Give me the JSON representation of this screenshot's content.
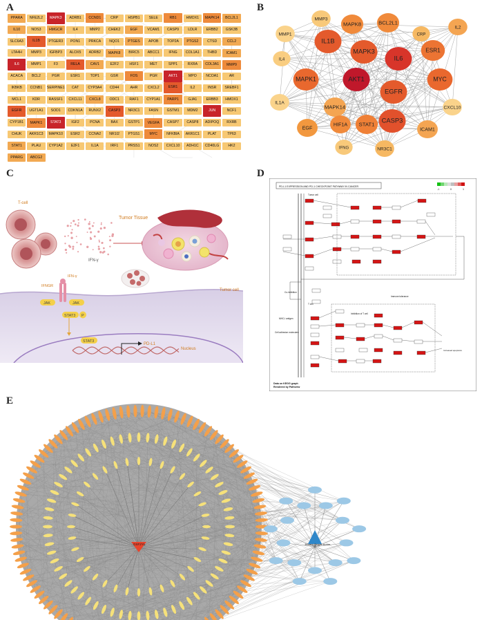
{
  "panels": {
    "a": "A",
    "b": "B",
    "c": "C",
    "d": "D",
    "e": "E"
  },
  "panel_a": {
    "rows": [
      [
        "PPARA",
        "NFE2L2",
        "MAPK3",
        "ADRB1",
        "CCND1",
        "CRP",
        "HSPB1",
        "SELE",
        "RB1",
        "HMOX1",
        "MAPK14",
        "BCL2L1"
      ],
      [
        "IL10",
        "NOS3",
        "HMGCR",
        "IL4",
        "MMP2",
        "CHEK2",
        "EGF",
        "VCAM1",
        "CASP9",
        "LDLR",
        "ERBB2",
        "GSK3B"
      ],
      [
        "SLC6A3",
        "IL1B",
        "PTGER3",
        "PON1",
        "PRKCA",
        "NQO1",
        "PTGES",
        "APOB",
        "TOP2A",
        "PTGS2",
        "CTSD",
        "CCL2"
      ],
      [
        "LTA4H",
        "MMP3",
        "IGFBP3",
        "ALOX5",
        "ADRB2",
        "MAPK8",
        "BIRC5",
        "ABCC1",
        "IFNG",
        "COL1A1",
        "THBD",
        "ICAM1"
      ],
      [
        "IL6",
        "MMP1",
        "F3",
        "RELA",
        "CAV1",
        "E2F2",
        "HSF1",
        "MET",
        "SPP1",
        "RXRA",
        "COL3A1",
        "MMP9"
      ],
      [
        "ACACA",
        "BCL2",
        "PGR",
        "ESR1",
        "TOP1",
        "GSR",
        "FOS",
        "PGR",
        "AKT1",
        "MPO",
        "NCOA1",
        "AR"
      ],
      [
        "IKBKB",
        "CCNB1",
        "SERPINE1",
        "CAT",
        "CYP3A4",
        "CD44",
        "AHR",
        "CXCL2",
        "ESR1",
        "IL2",
        "INSR",
        "SREBF1"
      ],
      [
        "MCL1",
        "KDR",
        "RASSF1",
        "CXCL11",
        "CXCL8",
        "ODC1",
        "RAF1",
        "CYP1A1",
        "PARP1",
        "GJA1",
        "ERBB3",
        "HMOX1"
      ],
      [
        "EGFR",
        "UGT1A1",
        "SOD1",
        "CDKN1A",
        "RUNX2",
        "CASP3",
        "NR3C1",
        "FASN",
        "GSTM1",
        "MDM2",
        "JUN",
        "NCF1"
      ],
      [
        "CYP1B1",
        "MAPK1",
        "STAT3",
        "IGF2",
        "PCNA",
        "BAX",
        "GSTP1",
        "VEGFA",
        "CASP7",
        "CASP8",
        "ADIPOQ",
        "RXRB"
      ],
      [
        "CHUK",
        "AKR1C3",
        "MAPK10",
        "ESR2",
        "CCNA2",
        "NR1I2",
        "PTGS1",
        "MYC",
        "NFKBIA",
        "AKR1C1",
        "PLAT",
        "TP63"
      ],
      [
        "STAT1",
        "PLAU",
        "CYP1A2",
        "E2F1",
        "IL1A",
        "IRF1",
        "PRSS1",
        "NOS2",
        "CXCL10",
        "ADH1C",
        "CD40LG",
        "HK2"
      ],
      [
        "PPARG",
        "ABCG2",
        "",
        "",
        "",
        "",
        "",
        "",
        "",
        "",
        "",
        ""
      ]
    ],
    "levels": [
      [
        1,
        0,
        4,
        0,
        2,
        0,
        0,
        0,
        2,
        0,
        2,
        1
      ],
      [
        1,
        0,
        1,
        0,
        0,
        0,
        1,
        0,
        0,
        0,
        0,
        0
      ],
      [
        0,
        3,
        0,
        0,
        0,
        0,
        1,
        0,
        0,
        1,
        0,
        1
      ],
      [
        0,
        0,
        0,
        0,
        0,
        1,
        0,
        0,
        0,
        0,
        0,
        1
      ],
      [
        4,
        0,
        0,
        3,
        1,
        0,
        0,
        0,
        0,
        0,
        1,
        2
      ],
      [
        0,
        0,
        0,
        0,
        0,
        0,
        2,
        0,
        4,
        0,
        0,
        0
      ],
      [
        0,
        0,
        0,
        0,
        0,
        0,
        0,
        0,
        3,
        0,
        0,
        0
      ],
      [
        0,
        0,
        0,
        0,
        1,
        0,
        0,
        0,
        2,
        0,
        0,
        0
      ],
      [
        3,
        0,
        0,
        0,
        0,
        3,
        0,
        0,
        0,
        0,
        4,
        0
      ],
      [
        0,
        2,
        4,
        0,
        0,
        0,
        0,
        2,
        0,
        0,
        0,
        0
      ],
      [
        0,
        0,
        0,
        0,
        0,
        0,
        0,
        2,
        0,
        0,
        0,
        0
      ],
      [
        1,
        0,
        0,
        0,
        0,
        0,
        0,
        0,
        0,
        0,
        0,
        0
      ],
      [
        1,
        1,
        0,
        0,
        0,
        0,
        0,
        0,
        0,
        0,
        0,
        0
      ]
    ],
    "colors": [
      "#f7c873",
      "#f2a952",
      "#ee8a3b",
      "#e45a2c",
      "#c8242a"
    ]
  },
  "panel_b": {
    "nodes": [
      {
        "label": "AKT1",
        "color": "#c0182b"
      },
      {
        "label": "IL1B",
        "color": "#e45a2c"
      },
      {
        "label": "MAPK3",
        "color": "#e45a2c"
      },
      {
        "label": "IL6",
        "color": "#d8352a"
      },
      {
        "label": "MAPK1",
        "color": "#e9682e"
      },
      {
        "label": "EGFR",
        "color": "#e45a2c"
      },
      {
        "label": "CASP3",
        "color": "#e2512c"
      },
      {
        "label": "MYC",
        "color": "#e9682e"
      },
      {
        "label": "ESR1",
        "color": "#ec7433"
      },
      {
        "label": "MAPK8",
        "color": "#f08a3b"
      },
      {
        "label": "BCL2L1",
        "color": "#f08a3b"
      },
      {
        "label": "MMP3",
        "color": "#f8c97a"
      },
      {
        "label": "CRP",
        "color": "#f6b862"
      },
      {
        "label": "IL2",
        "color": "#f4a552"
      },
      {
        "label": "MMP1",
        "color": "#fad38b"
      },
      {
        "label": "IL4",
        "color": "#f9cd80"
      },
      {
        "label": "IL1A",
        "color": "#fad38b"
      },
      {
        "label": "MAPK14",
        "color": "#f4a552"
      },
      {
        "label": "CXCL10",
        "color": "#fad38b"
      },
      {
        "label": "EGF",
        "color": "#f2983f"
      },
      {
        "label": "HIF1A",
        "color": "#f08a3b"
      },
      {
        "label": "STAT1",
        "color": "#ef8036"
      },
      {
        "label": "ICAM1",
        "color": "#f4a552"
      },
      {
        "label": "IFNG",
        "color": "#f8c97a"
      },
      {
        "label": "NR3C1",
        "color": "#f6b862"
      }
    ]
  },
  "panel_c": {
    "t_cell": "T-cell",
    "ifn_gamma": "IFN-γ",
    "tumor_tissue": "Tumor Tissue",
    "tumor_cell": "Tumor cell",
    "ifngr": "IFNGR",
    "ifn_gamma_receptor": "IFN-γ",
    "jak_left": "JAK",
    "jak_right": "JAK",
    "stat3_p": "STAT3",
    "p": "P",
    "stat3": "STAT3",
    "pd_l1": "PD-L1",
    "nucleus": "Nucleus"
  },
  "panel_d": {
    "title": "PD-L1 EXPRESSION AND PD-1 CHECKPOINT PATHWAY IN CANCER",
    "scale": {
      "min": "-1",
      "mid": "0",
      "max": "1"
    },
    "footer_1": "Data on KEGG graph",
    "footer_2": "Rendered by Pathview",
    "labels": {
      "t_cell": "T cell",
      "tumor_cell": "Tumor cell",
      "co_inhibition": "Co-inhibition",
      "inhibition_of_ifn": "Inhibition of T cell",
      "immune_tolerance": "Immune tolerance",
      "cell_adhesion": "Cell adhesion molecules",
      "mhc": "MHC-I antigen",
      "outcomes": "Decreased cell cycle progression, IL-2 production, effector T cell development",
      "apoptosis": "Increased apoptosis"
    }
  },
  "panel_e": {
    "center_label": "GSF2YL",
    "compound_label": "Jinhuang Qinggan tincture",
    "outer_count": 110,
    "inner1_count": 64,
    "inner2_count": 36,
    "blue_count": 18
  },
  "colors": {
    "outer_ring": "#f4a04a",
    "inner_ring": "#f6e17a",
    "blue_nodes": "#9cc8e6",
    "target_red": "#e8442c",
    "compound_blue": "#2f87c9",
    "edge": "#7a7a7a"
  }
}
